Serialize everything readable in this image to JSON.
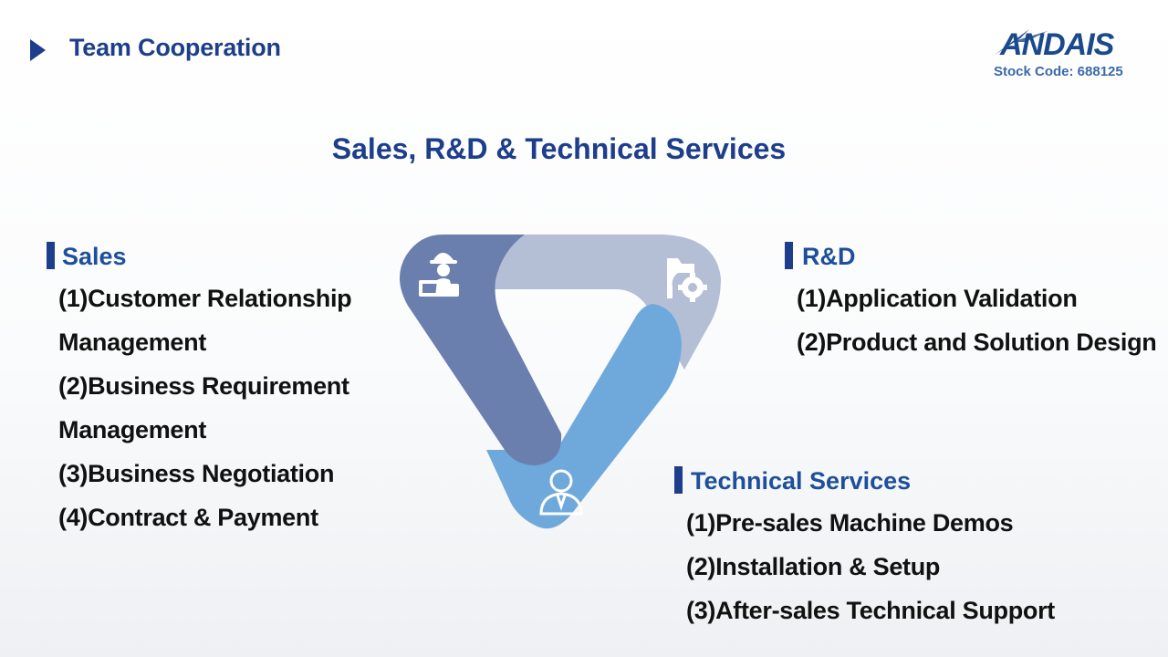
{
  "header": {
    "title": "Team Cooperation"
  },
  "logo": {
    "text": "ANDAIS",
    "stock_code": "Stock Code: 688125"
  },
  "main_title": "Sales, R&D & Technical Services",
  "sections": {
    "sales": {
      "title": "Sales",
      "lines": [
        "(1)Customer Relationship",
        "Management",
        "(2)Business Requirement",
        "Management",
        "(3)Business Negotiation",
        "(4)Contract & Payment"
      ]
    },
    "rd": {
      "title": "R&D",
      "lines": [
        "(1)Application Validation",
        "(2)Product and Solution Design"
      ]
    },
    "tech": {
      "title": "Technical Services",
      "lines": [
        "(1)Pre-sales Machine Demos",
        "(2)Installation & Setup",
        "(3)After-sales Technical Support"
      ]
    }
  },
  "diagram": {
    "icons": [
      "engineer-icon",
      "folder-gear-icon",
      "person-icon"
    ],
    "colors": {
      "left": "#6a7fad",
      "top": "#b4bfd5",
      "right": "#6fa9dc"
    }
  }
}
